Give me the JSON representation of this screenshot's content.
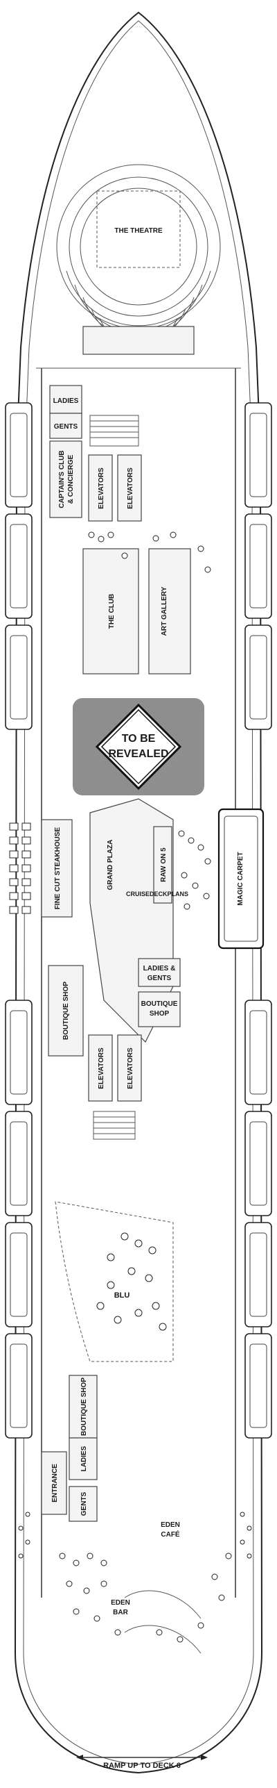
{
  "labels": {
    "theatre": "THE THEATRE",
    "ladies_top": "LADIES",
    "gents_top": "GENTS",
    "captains_club_1": "CAPTAIN'S CLUB",
    "captains_club_2": "& CONCIERGE",
    "elevators_1": "ELEVATORS",
    "elevators_2": "ELEVATORS",
    "the_club": "THE CLUB",
    "art_gallery": "ART GALLERY",
    "to_be_revealed_1": "TO BE",
    "to_be_revealed_2": "REVEALED",
    "fine_cut": "FINE CUT STEAKHOUSE",
    "grand_plaza": "GRAND PLAZA",
    "raw_on_5": "RAW ON 5",
    "magic_carpet": "MAGIC CARPET",
    "watermark": "CRUISEDECKPLANS",
    "ladies_gents_mid_1": "LADIES &",
    "ladies_gents_mid_2": "GENTS",
    "boutique_shop_v": "BOUTIQUE SHOP",
    "boutique_shop_1": "BOUTIQUE",
    "boutique_shop_2": "SHOP",
    "elevators_3": "ELEVATORS",
    "elevators_4": "ELEVATORS",
    "blu": "BLU",
    "boutique_low": "BOUTIQUE SHOP",
    "ladies_low": "LADIES",
    "entrance": "ENTRANCE",
    "gents_low": "GENTS",
    "eden_cafe_1": "EDEN",
    "eden_cafe_2": "CAFÉ",
    "eden_bar_1": "EDEN",
    "eden_bar_2": "BAR",
    "ramp": "RAMP UP TO DECK 6"
  }
}
